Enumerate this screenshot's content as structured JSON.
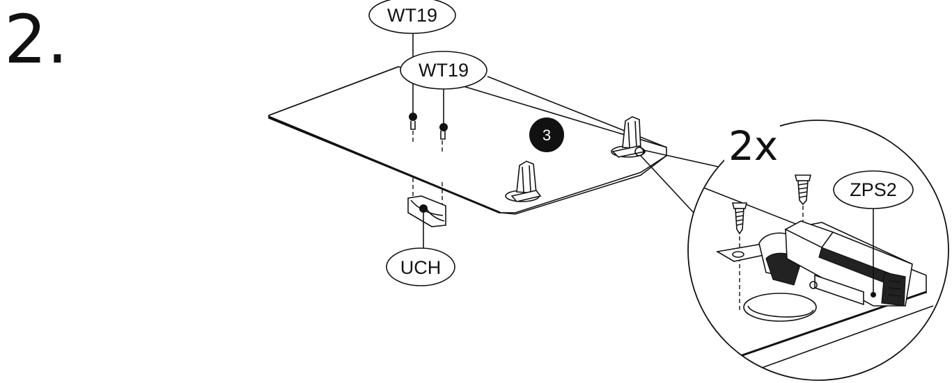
{
  "step": {
    "number": "2."
  },
  "badge": {
    "label": "3"
  },
  "callouts": {
    "wt19_top": "WT19",
    "wt19_mid": "WT19",
    "uch": "UCH",
    "zps2": "ZPS2"
  },
  "detail": {
    "quantity": "2x"
  }
}
